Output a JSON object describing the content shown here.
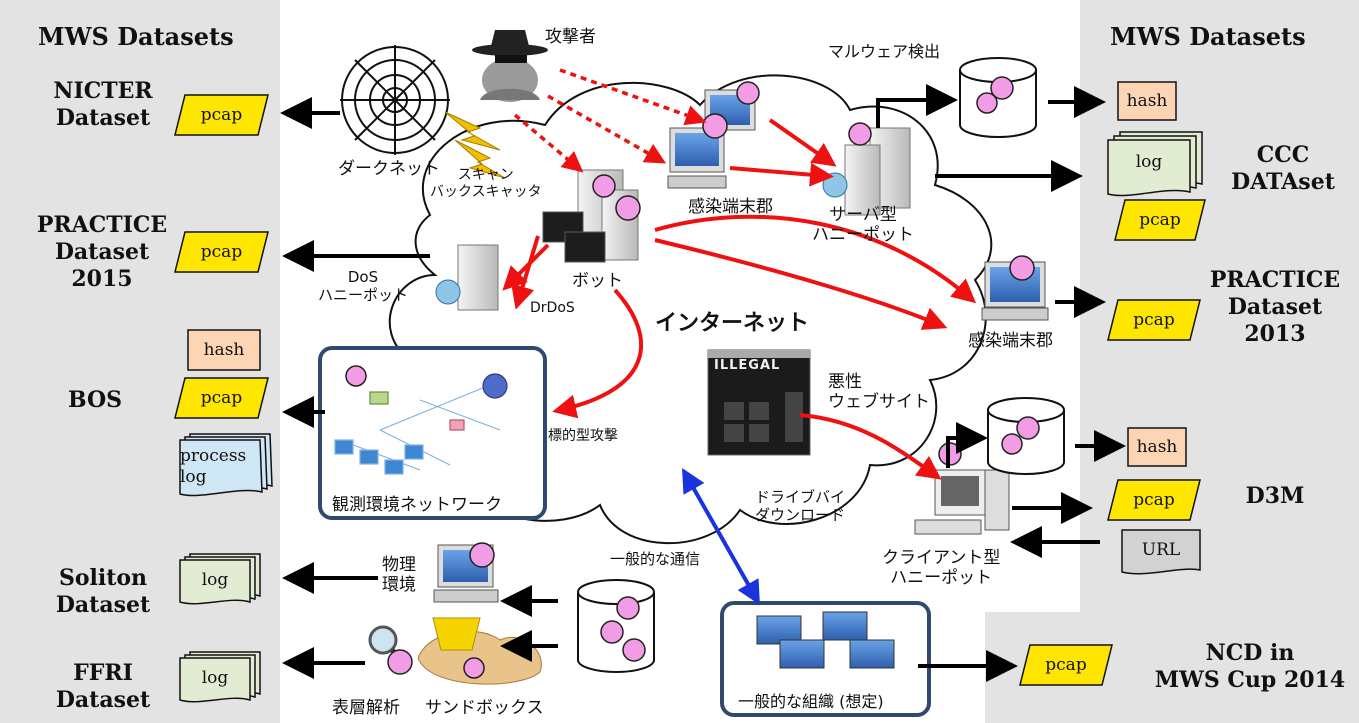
{
  "panels": {
    "left_header": "MWS Datasets",
    "right_header": "MWS Datasets"
  },
  "datasets_left": {
    "nicter": "NICTER\nDataset",
    "practice2015": "PRACTICE\nDataset\n2015",
    "bos": "BOS",
    "soliton": "Soliton\nDataset",
    "ffri": "FFRI\nDataset"
  },
  "datasets_right": {
    "ccc": "CCC\nDATAset",
    "practice2013": "PRACTICE\nDataset\n2013",
    "d3m": "D3M",
    "ncd": "NCD in\nMWS Cup 2014"
  },
  "tags": {
    "pcap": "pcap",
    "hash": "hash",
    "log": "log",
    "process_log": "process\nlog",
    "url": "URL"
  },
  "labels": {
    "attacker": "攻撃者",
    "darknet": "ダークネット",
    "scan_backscatter": "スキャン\nバックスキャッタ",
    "infected_hosts_top": "感染端末郡",
    "malware_detect": "マルウェア検出",
    "server_honeypot": "サーバ型\nハニーポット",
    "dos_honeypot": "DoS\nハニーポット",
    "bot": "ボット",
    "drdos": "DrDoS",
    "internet": "インターネット",
    "infected_hosts_right": "感染端末郡",
    "malicious_site": "悪性\nウェブサイト",
    "targeted_attack": "標的型攻撃",
    "observation_network": "観測環境ネットワーク",
    "drive_by": "ドライブバイ\nダウンロード",
    "client_honeypot": "クライアント型\nハニーポット",
    "normal_comm": "一般的な通信",
    "physical_env": "物理\n環境",
    "surface_analysis": "表層解析",
    "sandbox": "サンドボックス",
    "general_org": "一般的な組織 (想定)",
    "illegal": "ILLEGAL"
  },
  "colors": {
    "panel_gray": "#e3e3e3",
    "pcap_yellow": "#ffe600",
    "hash_peach": "#fcd5b5",
    "log_green": "#e1ecd3",
    "process_log_blue": "#cfe7f5",
    "url_gray": "#d2d2d2",
    "red_arrow": "#ee1111",
    "blue_arrow": "#1a33dd",
    "frame_navy": "#2f4a6e",
    "devil_pink": "#f29ce6"
  }
}
